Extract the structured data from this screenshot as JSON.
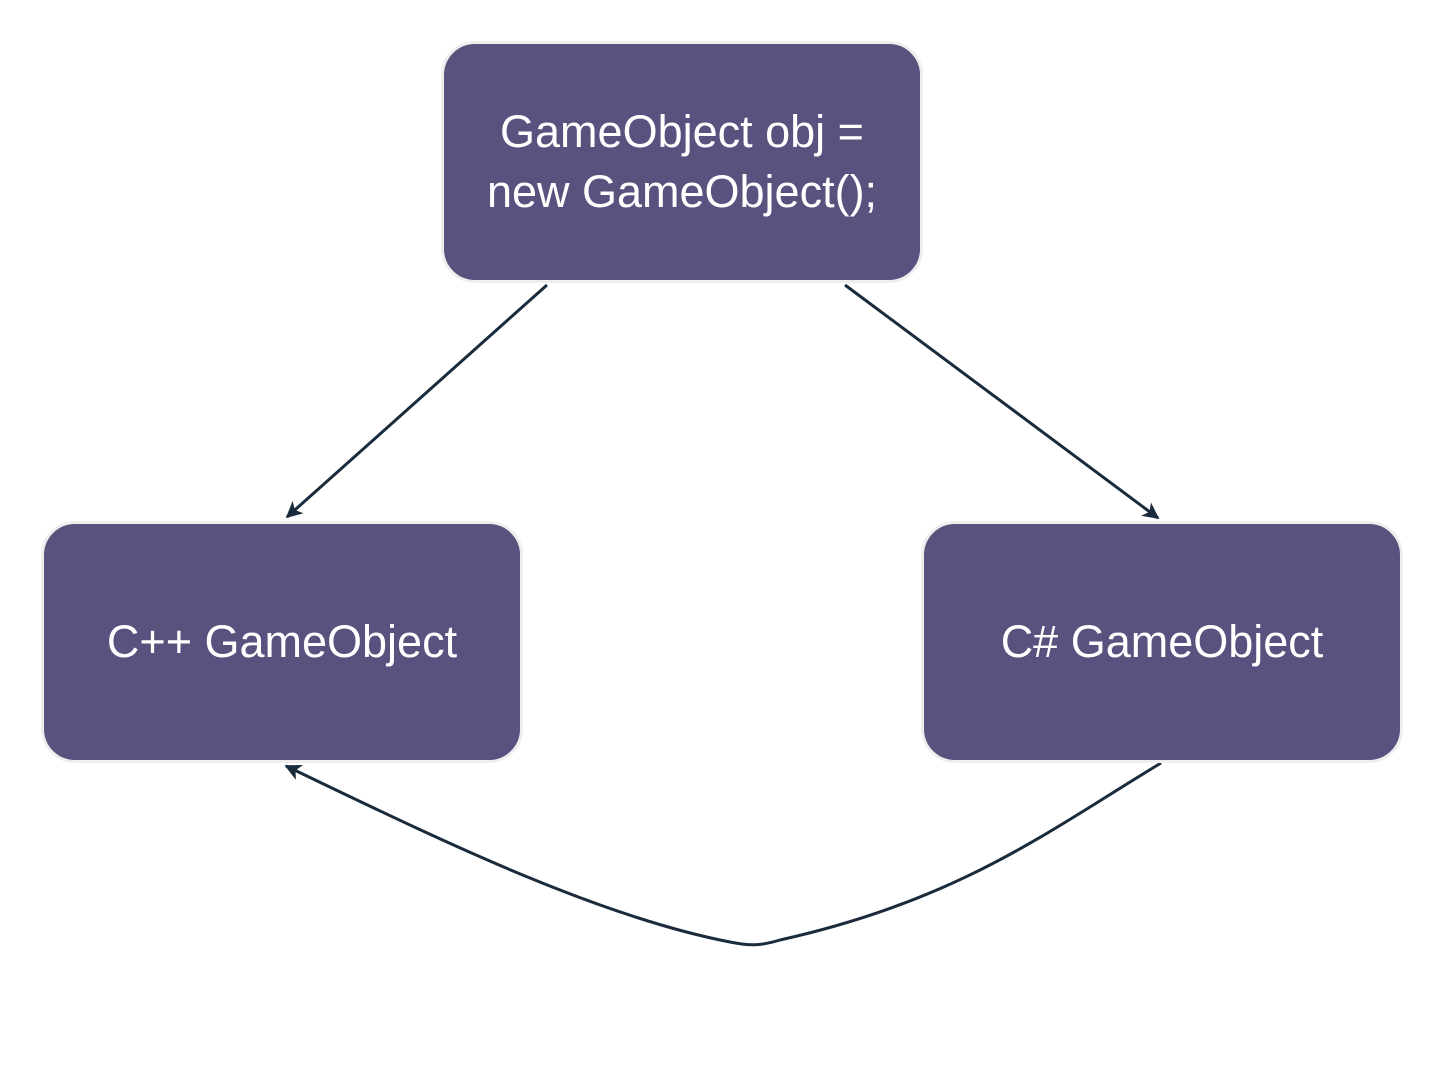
{
  "diagram": {
    "colors": {
      "node_fill": "#58527e",
      "node_border": "#eeeeee",
      "node_text": "#ffffff",
      "edge": "#1a2b3c",
      "background": "#ffffff"
    },
    "nodes": {
      "top": {
        "lines": [
          "GameObject obj =",
          "new GameObject();"
        ]
      },
      "left": {
        "lines": [
          "C++ GameObject"
        ]
      },
      "right": {
        "lines": [
          "C# GameObject"
        ]
      }
    },
    "edges": [
      {
        "from": "top",
        "to": "left",
        "style": "straight"
      },
      {
        "from": "top",
        "to": "right",
        "style": "straight"
      },
      {
        "from": "right",
        "to": "left",
        "style": "curved"
      }
    ]
  }
}
